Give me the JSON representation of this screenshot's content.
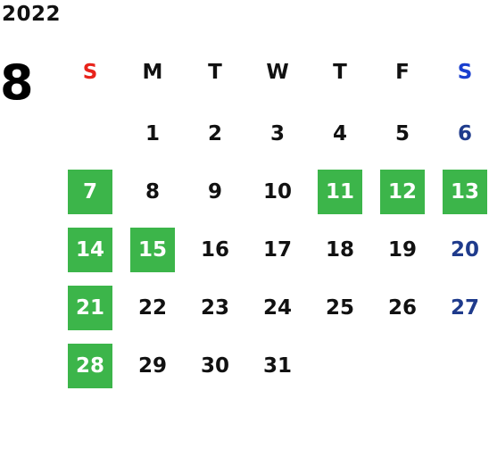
{
  "calendar": {
    "year": "2022",
    "month": "8",
    "weekdays": [
      {
        "label": "S",
        "color": "#e8231b"
      },
      {
        "label": "M",
        "color": "#111111"
      },
      {
        "label": "T",
        "color": "#111111"
      },
      {
        "label": "W",
        "color": "#111111"
      },
      {
        "label": "T",
        "color": "#111111"
      },
      {
        "label": "F",
        "color": "#111111"
      },
      {
        "label": "S",
        "color": "#1a3fcf"
      }
    ],
    "first_weekday_index": 1,
    "days": [
      {
        "day": "1"
      },
      {
        "day": "2"
      },
      {
        "day": "3"
      },
      {
        "day": "4"
      },
      {
        "day": "5"
      },
      {
        "day": "6"
      },
      {
        "day": "7",
        "highlight": true
      },
      {
        "day": "8"
      },
      {
        "day": "9"
      },
      {
        "day": "10"
      },
      {
        "day": "11",
        "highlight": true
      },
      {
        "day": "12",
        "highlight": true
      },
      {
        "day": "13",
        "highlight": true
      },
      {
        "day": "14",
        "highlight": true
      },
      {
        "day": "15",
        "highlight": true
      },
      {
        "day": "16"
      },
      {
        "day": "17"
      },
      {
        "day": "18"
      },
      {
        "day": "19"
      },
      {
        "day": "20"
      },
      {
        "day": "21",
        "highlight": true
      },
      {
        "day": "22"
      },
      {
        "day": "23"
      },
      {
        "day": "24"
      },
      {
        "day": "25"
      },
      {
        "day": "26"
      },
      {
        "day": "27"
      },
      {
        "day": "28",
        "highlight": true
      },
      {
        "day": "29"
      },
      {
        "day": "30"
      },
      {
        "day": "31"
      }
    ]
  },
  "colors": {
    "highlight_bg": "#3cb54a",
    "highlight_text": "#ffffff",
    "text_default": "#111111",
    "saturday_text": "#1f3b8c",
    "sunday_header": "#e8231b",
    "saturday_header": "#1a3fcf"
  }
}
